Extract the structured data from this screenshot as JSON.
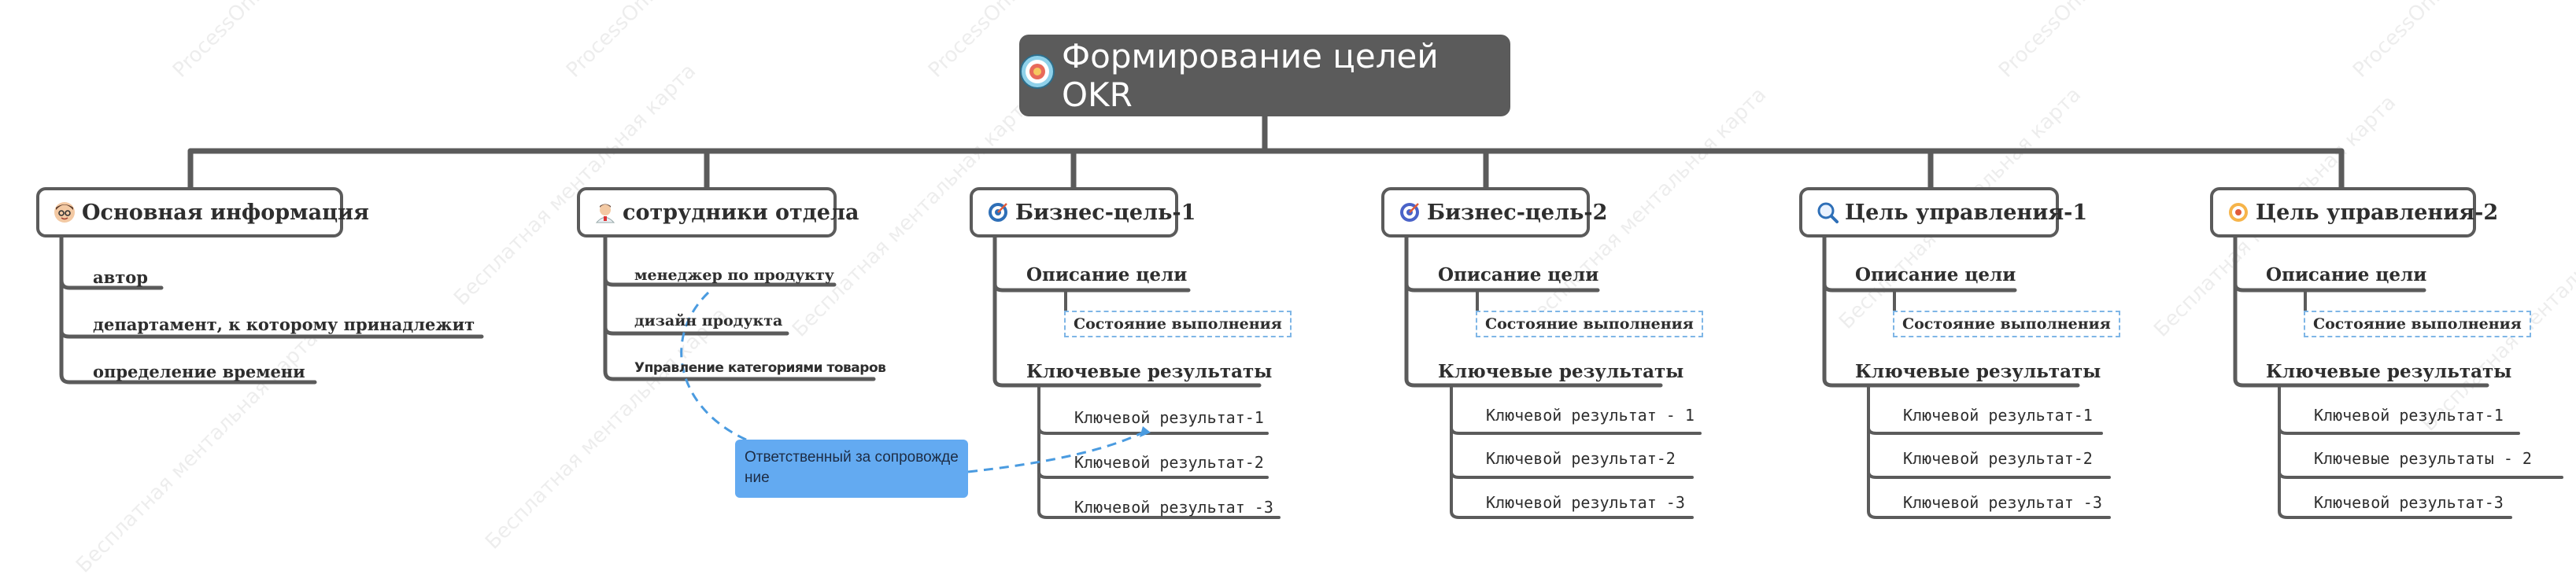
{
  "watermark": {
    "text_a": "ProcessOn.io",
    "text_b": "Бесплатная ментальная карта",
    "text_c": "Бесплатная ментальная карта"
  },
  "root": {
    "title": "Формирование целей OKR",
    "icon": "target-icon"
  },
  "branches": [
    {
      "title": "Основная информация",
      "icon": "person-avatar-icon",
      "items": [
        "автор",
        "департамент, к которому принадлежит",
        "определение времени"
      ]
    },
    {
      "title": "сотрудники отдела",
      "icon": "doctor-avatar-icon",
      "items": [
        "менеджер по продукту",
        "дизайн продукта",
        "Управление категориями товаров"
      ]
    },
    {
      "title": "Бизнес-цель-1",
      "icon": "target-icon",
      "goal_label": "Описание цели",
      "status": "Состояние выполнения",
      "kr_label": "Ключевые результаты",
      "krs": [
        "Ключевой результат-1",
        "Ключевой результат-2",
        "Ключевой результат -3"
      ]
    },
    {
      "title": "Бизнес-цель-2",
      "icon": "target-icon",
      "goal_label": "Описание цели",
      "status": "Состояние выполнения",
      "kr_label": "Ключевые результаты",
      "krs": [
        "Ключевой результат - 1",
        "Ключевой результат-2",
        "Ключевой результат -3"
      ]
    },
    {
      "title": "Цель управления-1",
      "icon": "magnifier-icon",
      "goal_label": "Описание цели",
      "status": "Состояние выполнения",
      "kr_label": "Ключевые результаты",
      "krs": [
        "Ключевой результат-1",
        "Ключевой результат-2",
        "Ключевой результат -3"
      ]
    },
    {
      "title": "Цель управления-2",
      "icon": "bullseye-icon",
      "goal_label": "Описание цели",
      "status": "Состояние выполнения",
      "kr_label": "Ключевые результаты",
      "krs": [
        "Ключевой результат-1",
        "Ключевые результаты - 2",
        "Ключевой результат-3"
      ]
    }
  ],
  "callout": {
    "text": "Ответственный за сопровожде\nние"
  },
  "colors": {
    "root_bg": "#5b5b5b",
    "line": "#5b5b5b",
    "callout_bg": "#63aaf1",
    "dashed": "#4a9be0"
  }
}
